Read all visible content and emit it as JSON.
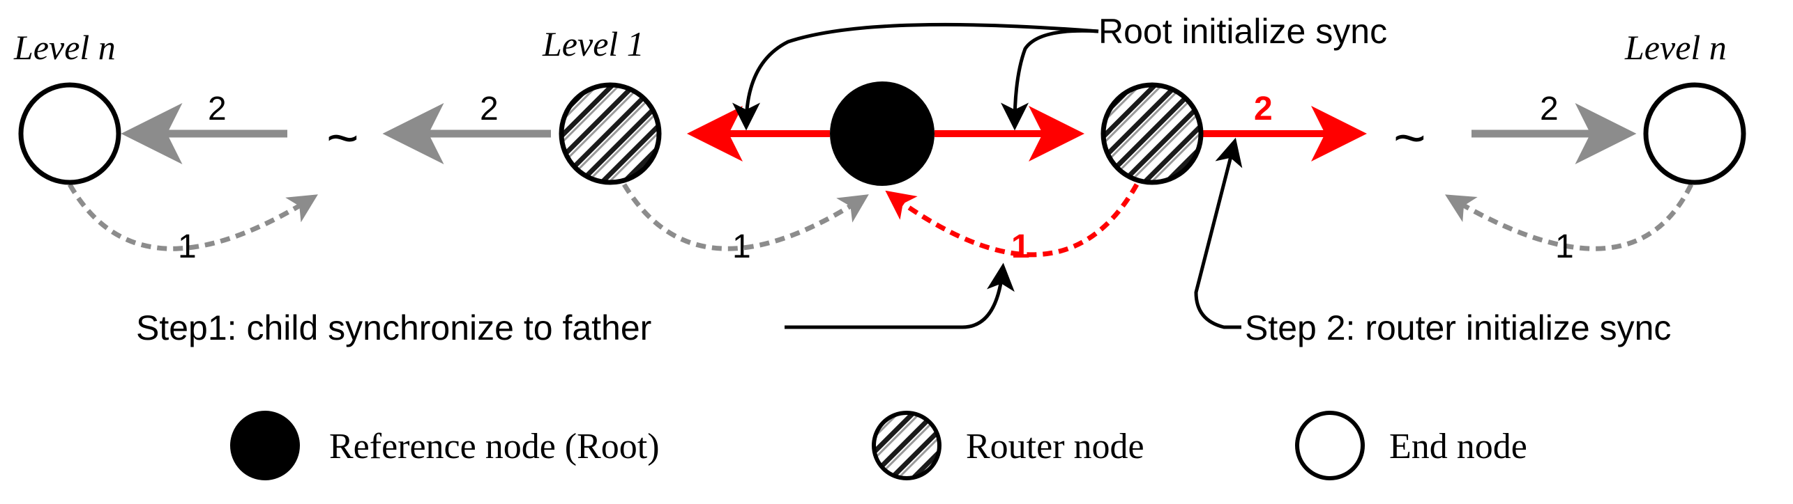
{
  "diagram": {
    "labels": {
      "level_left": "Level n",
      "level_one": "Level 1",
      "level_right": "Level n",
      "tilde_left": "~",
      "tilde_right": "~",
      "num2_far_left": "2",
      "num2_left": "2",
      "num2_red": "2",
      "num2_right": "2",
      "num1_far_left": "1",
      "num1_left": "1",
      "num1_red": "1",
      "num1_right": "1"
    },
    "annotations": {
      "root_sync": "Root initialize sync",
      "step1": "Step1: child synchronize to father",
      "step2": "Step 2: router initialize sync"
    },
    "legend": {
      "root": "Reference node (Root)",
      "router": "Router node",
      "end": "End node"
    },
    "colors": {
      "red": "#ff0000",
      "gray": "#8c8c8c",
      "black": "#000000"
    }
  }
}
